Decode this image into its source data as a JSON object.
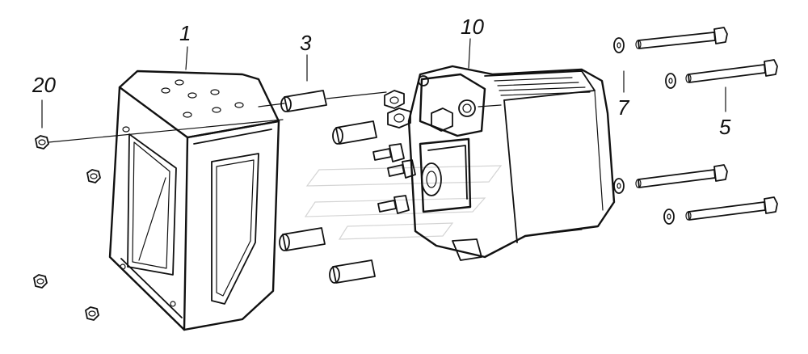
{
  "callouts": {
    "part_1": "1",
    "part_3": "3",
    "part_10": "10",
    "part_20": "20",
    "part_7": "7",
    "part_5": "5"
  }
}
